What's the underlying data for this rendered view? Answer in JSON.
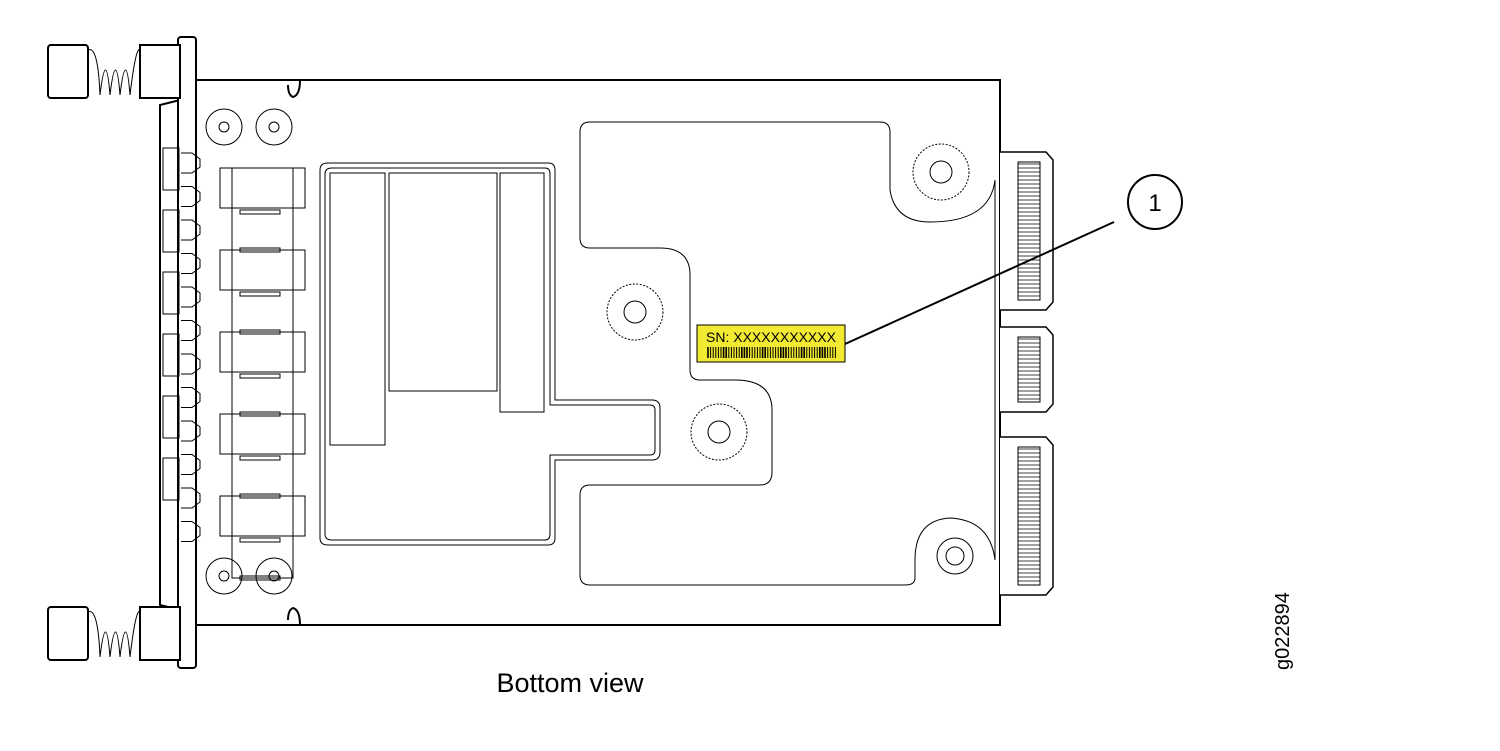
{
  "caption": "Bottom view",
  "figure_id": "g022894",
  "callout": {
    "number": "1"
  },
  "serial_label": {
    "text": "SN: XXXXXXXXXXX",
    "color": "#f2e933"
  }
}
